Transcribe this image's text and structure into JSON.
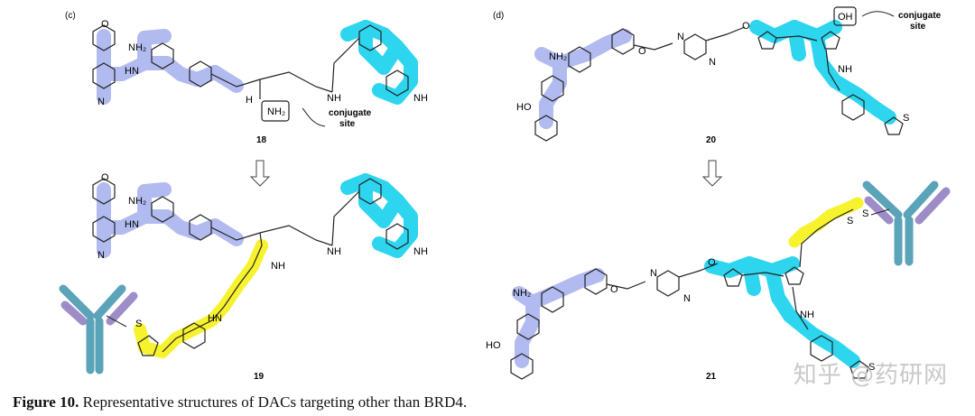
{
  "panels": [
    {
      "label": "(c)"
    },
    {
      "label": "(d)"
    }
  ],
  "compounds": {
    "c18": "18",
    "c19": "19",
    "c20": "20",
    "c21": "21"
  },
  "annotations": {
    "conjugate_site_c": [
      "conjugate",
      "site"
    ],
    "conjugate_site_d": [
      "conjugate",
      "site"
    ],
    "nh2_boxed": "NH₂",
    "oh_boxed": "OH"
  },
  "atom_labels": {
    "nh2": "NH₂",
    "hn": "HN",
    "n": "N",
    "nh": "NH",
    "o": "O",
    "h": "H",
    "s": "S",
    "ho": "HO",
    "oh": "OH"
  },
  "caption": {
    "label": "Figure 10.",
    "text": " Representative structures of DACs targeting other than BRD4."
  },
  "watermark": "知乎 @药研网",
  "colors": {
    "target_ligand": "#aab4ee",
    "e3_ligand": "#22d3ee",
    "linker": "#f7f22e",
    "antibody_heavy": "#5aa3b8",
    "antibody_light": "#9d8cc8"
  }
}
